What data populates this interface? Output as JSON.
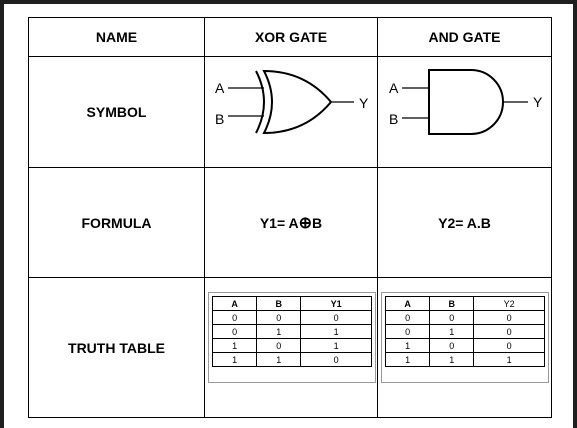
{
  "headers": {
    "name": "NAME",
    "xor": "XOR GATE",
    "and": "AND GATE"
  },
  "rows": {
    "symbol": "SYMBOL",
    "formula": "FORMULA",
    "truth_table": "TRUTH TABLE"
  },
  "xor_symbol": {
    "input_a": "A",
    "input_b": "B",
    "output": "Y"
  },
  "and_symbol": {
    "input_a": "A",
    "input_b": "B",
    "output": "Y"
  },
  "formulas": {
    "xor_prefix": "Y1= A",
    "xor_op": "⊕",
    "xor_suffix": "B",
    "and": "Y2= A.B"
  },
  "xor_table": {
    "columns": [
      "A",
      "B",
      "Y1"
    ],
    "rows": [
      [
        "0",
        "0",
        "0"
      ],
      [
        "0",
        "1",
        "1"
      ],
      [
        "1",
        "0",
        "1"
      ],
      [
        "1",
        "1",
        "0"
      ]
    ]
  },
  "and_table": {
    "columns": [
      "A",
      "B",
      "Y2"
    ],
    "rows": [
      [
        "0",
        "0",
        "0"
      ],
      [
        "0",
        "1",
        "0"
      ],
      [
        "1",
        "0",
        "0"
      ],
      [
        "1",
        "1",
        "1"
      ]
    ]
  }
}
